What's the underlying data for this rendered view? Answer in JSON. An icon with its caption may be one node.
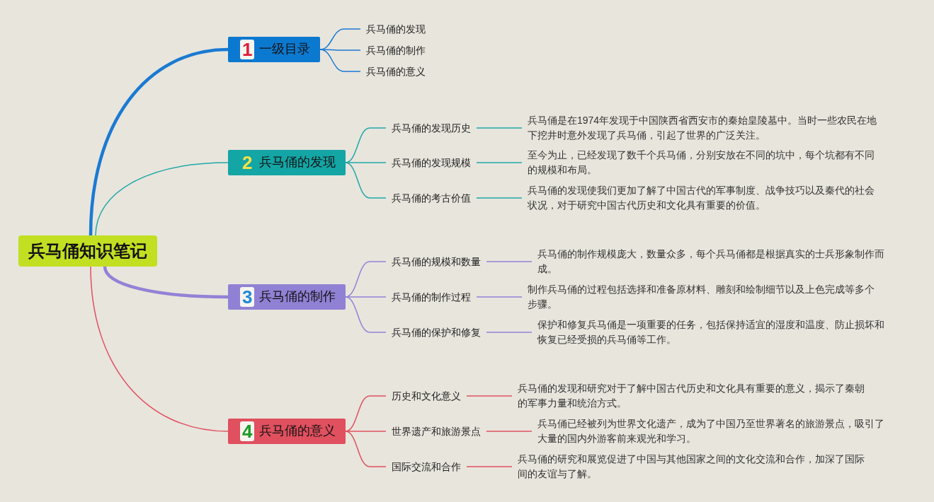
{
  "diagram": {
    "nodes": [
      {
        "text": [
          "兵马俑知识笔记"
        ]
      },
      {
        "text": [
          "1",
          "一级目录"
        ]
      },
      {
        "text": [
          "兵马俑的发现"
        ]
      },
      {
        "text": [
          "兵马俑的制作"
        ]
      },
      {
        "text": [
          "兵马俑的意义"
        ]
      },
      {
        "text": [
          "2",
          "兵马俑的发现"
        ]
      },
      {
        "text": [
          "兵马俑的发现历史"
        ]
      },
      {
        "text": [
          "兵马俑是在1974年发现于中国陕西省西安市的秦始皇陵墓中。当时一些农民在地下挖井时意外发现了兵马俑，引起了世界的广泛关注。"
        ]
      },
      {
        "text": [
          "兵马俑的发现规模"
        ]
      },
      {
        "text": [
          "至今为止，已经发现了数千个兵马俑，分别安放在不同的坑中，每个坑都有不同的规模和布局。"
        ]
      },
      {
        "text": [
          "兵马俑的考古价值"
        ]
      },
      {
        "text": [
          "兵马俑的发现使我们更加了解了中国古代的军事制度、战争技巧以及秦代的社会状况，对于研究中国古代历史和文化具有重要的价值。"
        ]
      },
      {
        "text": [
          "3",
          "兵马俑的制作"
        ]
      },
      {
        "text": [
          "兵马俑的规模和数量"
        ]
      },
      {
        "text": [
          "兵马俑的制作规模庞大，数量众多，每个兵马俑都是根据真实的士兵形象制作而成。"
        ]
      },
      {
        "text": [
          "兵马俑的制作过程"
        ]
      },
      {
        "text": [
          "制作兵马俑的过程包括选择和准备原材料、雕刻和绘制细节以及上色完成等多个步骤。"
        ]
      },
      {
        "text": [
          "兵马俑的保护和修复"
        ]
      },
      {
        "text": [
          "保护和修复兵马俑是一项重要的任务，包括保持适宜的湿度和温度、防止损坏和恢复已经受损的兵马俑等工作。"
        ]
      },
      {
        "text": [
          "4",
          "兵马俑的意义"
        ]
      },
      {
        "text": [
          "历史和文化意义"
        ]
      },
      {
        "text": [
          "兵马俑的发现和研究对于了解中国古代历史和文化具有重要的意义，揭示了秦朝的军事力量和统治方式。"
        ]
      },
      {
        "text": [
          "世界遗产和旅游景点"
        ]
      },
      {
        "text": [
          "兵马俑已经被列为世界文化遗产，成为了中国乃至世界著名的旅游景点，吸引了大量的国内外游客前来观光和学习。"
        ]
      },
      {
        "text": [
          "国际交流和合作"
        ]
      },
      {
        "text": [
          "兵马俑的研究和展览促进了中国与其他国家之间的文化交流和合作，加深了国际间的友谊与了解。"
        ]
      }
    ],
    "edges": [
      {
        "from": 0,
        "to": 1,
        "arrow": "none",
        "style": "thick",
        "color": "#1a7ad2"
      },
      {
        "from": 1,
        "to": 2,
        "arrow": "none",
        "color": "#1a7ad2"
      },
      {
        "from": 1,
        "to": 3,
        "arrow": "none",
        "color": "#1a7ad2"
      },
      {
        "from": 1,
        "to": 4,
        "arrow": "none",
        "color": "#1a7ad2"
      },
      {
        "from": 0,
        "to": 5,
        "arrow": "none",
        "color": "#1fa8a8"
      },
      {
        "from": 5,
        "to": 6,
        "arrow": "none",
        "color": "#1fa8a8"
      },
      {
        "from": 6,
        "to": 7,
        "arrow": "none",
        "color": "#1fa8a8"
      },
      {
        "from": 5,
        "to": 8,
        "arrow": "none",
        "color": "#1fa8a8"
      },
      {
        "from": 8,
        "to": 9,
        "arrow": "none",
        "color": "#1fa8a8"
      },
      {
        "from": 5,
        "to": 10,
        "arrow": "none",
        "color": "#1fa8a8"
      },
      {
        "from": 10,
        "to": 11,
        "arrow": "none",
        "color": "#1fa8a8"
      },
      {
        "from": 0,
        "to": 12,
        "arrow": "none",
        "style": "thick",
        "color": "#9282d6"
      },
      {
        "from": 12,
        "to": 13,
        "arrow": "none",
        "color": "#9282d6"
      },
      {
        "from": 13,
        "to": 14,
        "arrow": "none",
        "color": "#9282d6"
      },
      {
        "from": 12,
        "to": 15,
        "arrow": "none",
        "color": "#9282d6"
      },
      {
        "from": 15,
        "to": 16,
        "arrow": "none",
        "color": "#9282d6"
      },
      {
        "from": 12,
        "to": 17,
        "arrow": "none",
        "color": "#9282d6"
      },
      {
        "from": 17,
        "to": 18,
        "arrow": "none",
        "color": "#9282d6"
      },
      {
        "from": 0,
        "to": 19,
        "arrow": "none",
        "color": "#e0505e"
      },
      {
        "from": 19,
        "to": 20,
        "arrow": "none",
        "color": "#e0505e"
      },
      {
        "from": 20,
        "to": 21,
        "arrow": "none",
        "color": "#e0505e"
      },
      {
        "from": 19,
        "to": 22,
        "arrow": "none",
        "color": "#e0505e"
      },
      {
        "from": 22,
        "to": 23,
        "arrow": "none",
        "color": "#e0505e"
      },
      {
        "from": 19,
        "to": 24,
        "arrow": "none",
        "color": "#e0505e"
      },
      {
        "from": 24,
        "to": 25,
        "arrow": "none",
        "color": "#e0505e"
      }
    ]
  }
}
